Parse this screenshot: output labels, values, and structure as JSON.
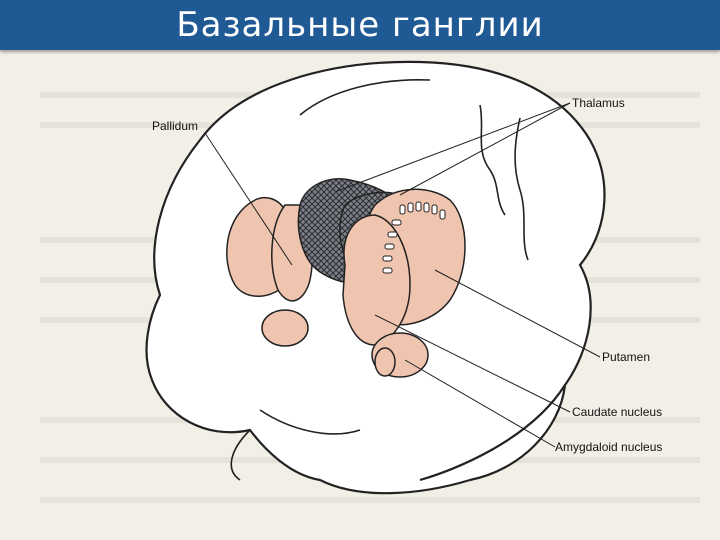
{
  "slide": {
    "title": "Базальные ганглии"
  },
  "diagram": {
    "labels": {
      "pallidum": "Pallidum",
      "thalamus": "Thalamus",
      "putamen": "Putamen",
      "caudate": "Caudate nucleus",
      "amygdaloid": "Amygdaloid nucleus"
    }
  },
  "colors": {
    "title_bar": "#1f5a94",
    "background": "#f2efe6",
    "brain": "#ffffff",
    "nuclei": "#f0c5b0",
    "thalamus": "#7d8088",
    "outline": "#222222"
  }
}
